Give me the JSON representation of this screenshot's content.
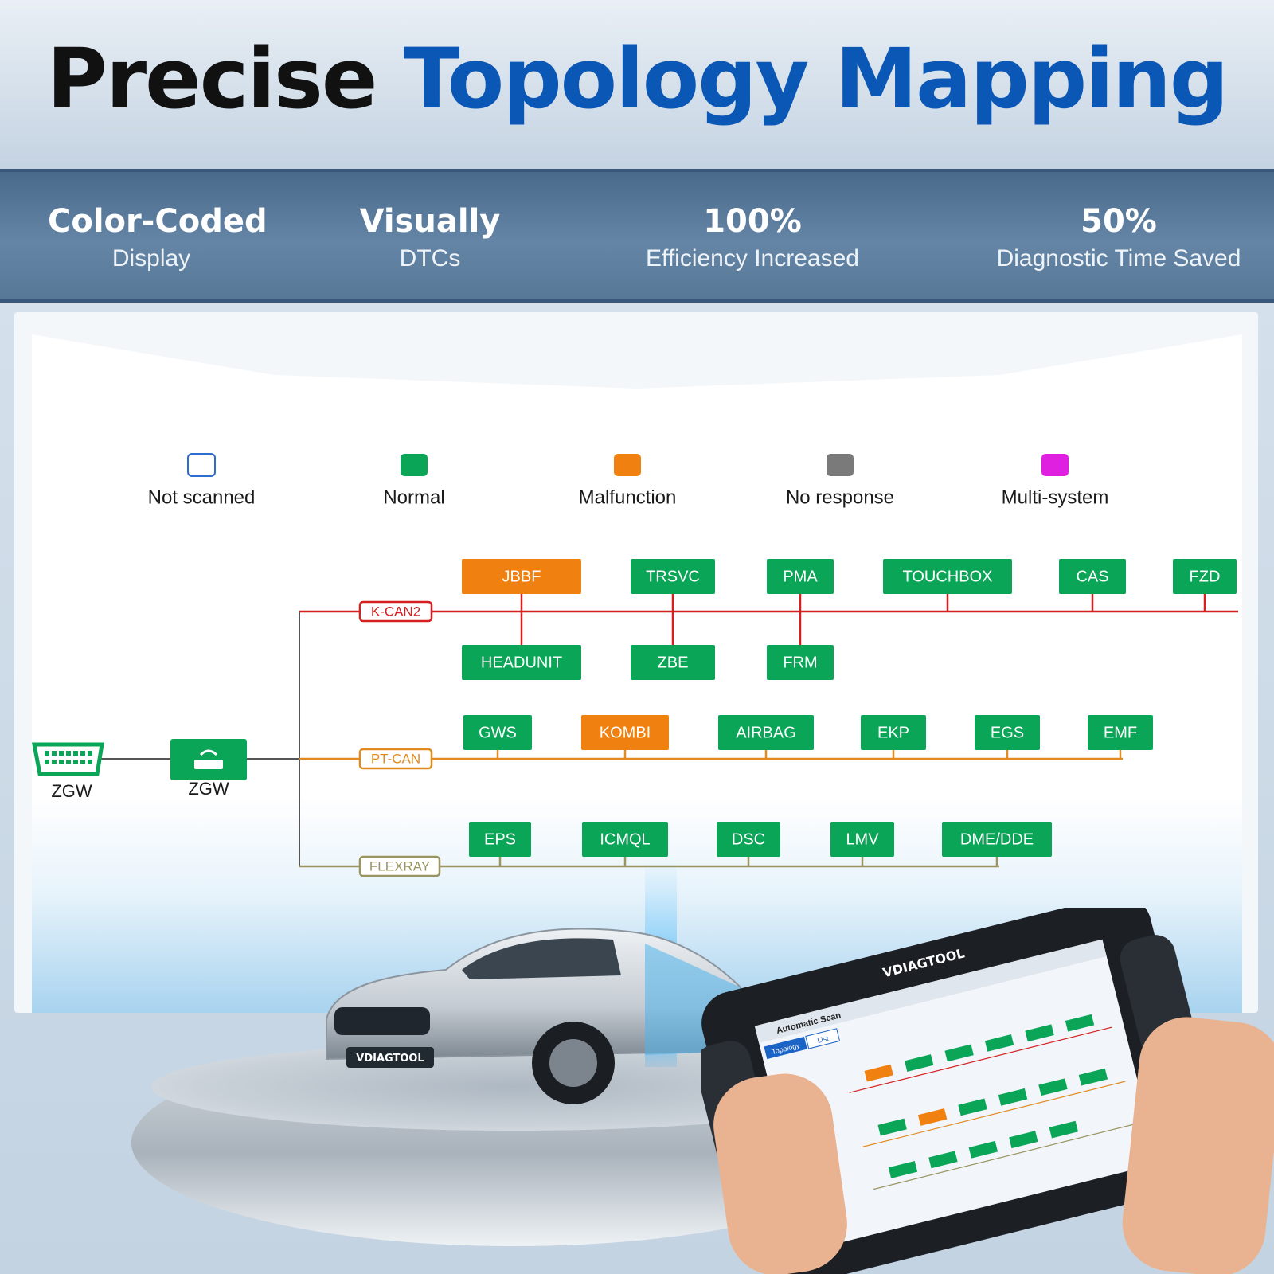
{
  "title": {
    "part1": "Precise",
    "part2": "Topology Mapping"
  },
  "stats": [
    {
      "big": "Color-Coded",
      "small": "Display"
    },
    {
      "big": "Visually",
      "small": "DTCs"
    },
    {
      "big": "100%",
      "small": "Efficiency Increased"
    },
    {
      "big": "50%",
      "small": "Diagnostic Time Saved"
    }
  ],
  "colors": {
    "title_blue": "#0b57b5",
    "normal": "#0aa557",
    "malfunction": "#f08010",
    "no_response": "#7a7a7a",
    "multi_system": "#e020e0",
    "kcan_line": "#d42020",
    "ptcan_line": "#e08a20",
    "flexray_line": "#9a9560"
  },
  "legend": [
    {
      "label": "Not scanned",
      "status": "not-scanned"
    },
    {
      "label": "Normal",
      "status": "normal"
    },
    {
      "label": "Malfunction",
      "status": "malfunction"
    },
    {
      "label": "No response",
      "status": "no-response"
    },
    {
      "label": "Multi-system",
      "status": "multi-system"
    }
  ],
  "gateway": {
    "obd_label": "ZGW",
    "zgw_label": "ZGW",
    "obd_icon": "obd-connector-icon",
    "zgw_icon": "gateway-wifi-icon"
  },
  "buses": [
    {
      "name": "K-CAN2",
      "modules_above": [
        {
          "label": "JBBF",
          "status": "malfunction"
        },
        {
          "label": "TRSVC",
          "status": "normal"
        },
        {
          "label": "PMA",
          "status": "normal"
        },
        {
          "label": "TOUCHBOX",
          "status": "normal"
        },
        {
          "label": "CAS",
          "status": "normal"
        },
        {
          "label": "FZD",
          "status": "normal"
        }
      ],
      "modules_below": [
        {
          "label": "HEADUNIT",
          "status": "normal"
        },
        {
          "label": "ZBE",
          "status": "normal"
        },
        {
          "label": "FRM",
          "status": "normal"
        }
      ]
    },
    {
      "name": "PT-CAN",
      "modules_above": [
        {
          "label": "GWS",
          "status": "normal"
        },
        {
          "label": "KOMBI",
          "status": "malfunction"
        },
        {
          "label": "AIRBAG",
          "status": "normal"
        },
        {
          "label": "EKP",
          "status": "normal"
        },
        {
          "label": "EGS",
          "status": "normal"
        },
        {
          "label": "EMF",
          "status": "normal"
        }
      ]
    },
    {
      "name": "FLEXRAY",
      "modules_above": [
        {
          "label": "EPS",
          "status": "normal"
        },
        {
          "label": "ICMQL",
          "status": "normal"
        },
        {
          "label": "DSC",
          "status": "normal"
        },
        {
          "label": "LMV",
          "status": "normal"
        },
        {
          "label": "DME/DDE",
          "status": "normal"
        }
      ]
    }
  ],
  "car": {
    "plate_brand": "VDIAGTOOL"
  },
  "tablet": {
    "brand": "VDIAGTOOL",
    "screen_title": "Automatic Scan",
    "tab_topology": "Topology",
    "tab_list": "List"
  }
}
